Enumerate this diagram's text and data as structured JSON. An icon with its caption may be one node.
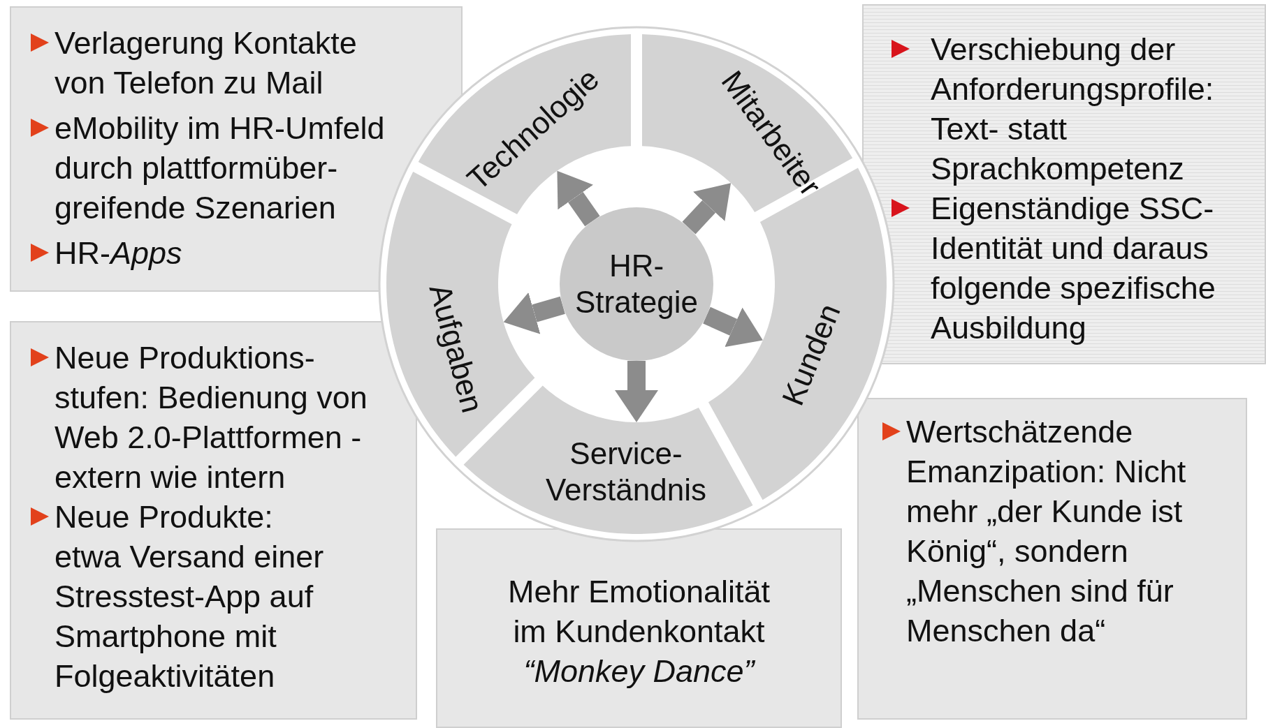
{
  "diagram": {
    "nodes": [
      {
        "text": [
          "Verlagerung Kontakte von Telefon zu Mail",
          "eMobility im HR-Umfeld durch plattformüber- greifende Szenarien",
          "HR-*Apps*"
        ]
      },
      {
        "text": [
          "Technologie"
        ]
      },
      {
        "text": [
          "Mitarbeiter"
        ]
      },
      {
        "text": [
          "Verschiebung der Anforderungsprofile: Text- statt Sprachkompetenz",
          "Eigenständige SSC- Identität und daraus folgende spezifische Ausbildung"
        ]
      },
      {
        "text": [
          "HR- Strategie"
        ]
      },
      {
        "text": [
          "Aufgaben"
        ]
      },
      {
        "text": [
          "Kunden"
        ]
      },
      {
        "text": [
          "Neue Produktions- stufen: Bedienung von Web 2.0-Plattformen - extern wie intern",
          "Neue Produkte: etwa Versand einer Stresstest-App auf Smartphone mit Folgeaktivitäten"
        ]
      },
      {
        "text": [
          "Service- Verständnis"
        ]
      },
      {
        "text": [
          "Mehr Emotionalität im Kundenkontakt",
          "“Monkey Dance”"
        ]
      },
      {
        "text": [
          "Wertschätzende Emanzipation: Nicht mehr „der Kunde ist König“, sondern „Menschen sind für Menschen da“"
        ]
      }
    ],
    "edges": [
      {
        "from": 4,
        "to": 1,
        "arrow": "to"
      },
      {
        "from": 4,
        "to": 2,
        "arrow": "to"
      },
      {
        "from": 4,
        "to": 6,
        "arrow": "to"
      },
      {
        "from": 4,
        "to": 8,
        "arrow": "to"
      },
      {
        "from": 4,
        "to": 5,
        "arrow": "to"
      }
    ]
  }
}
